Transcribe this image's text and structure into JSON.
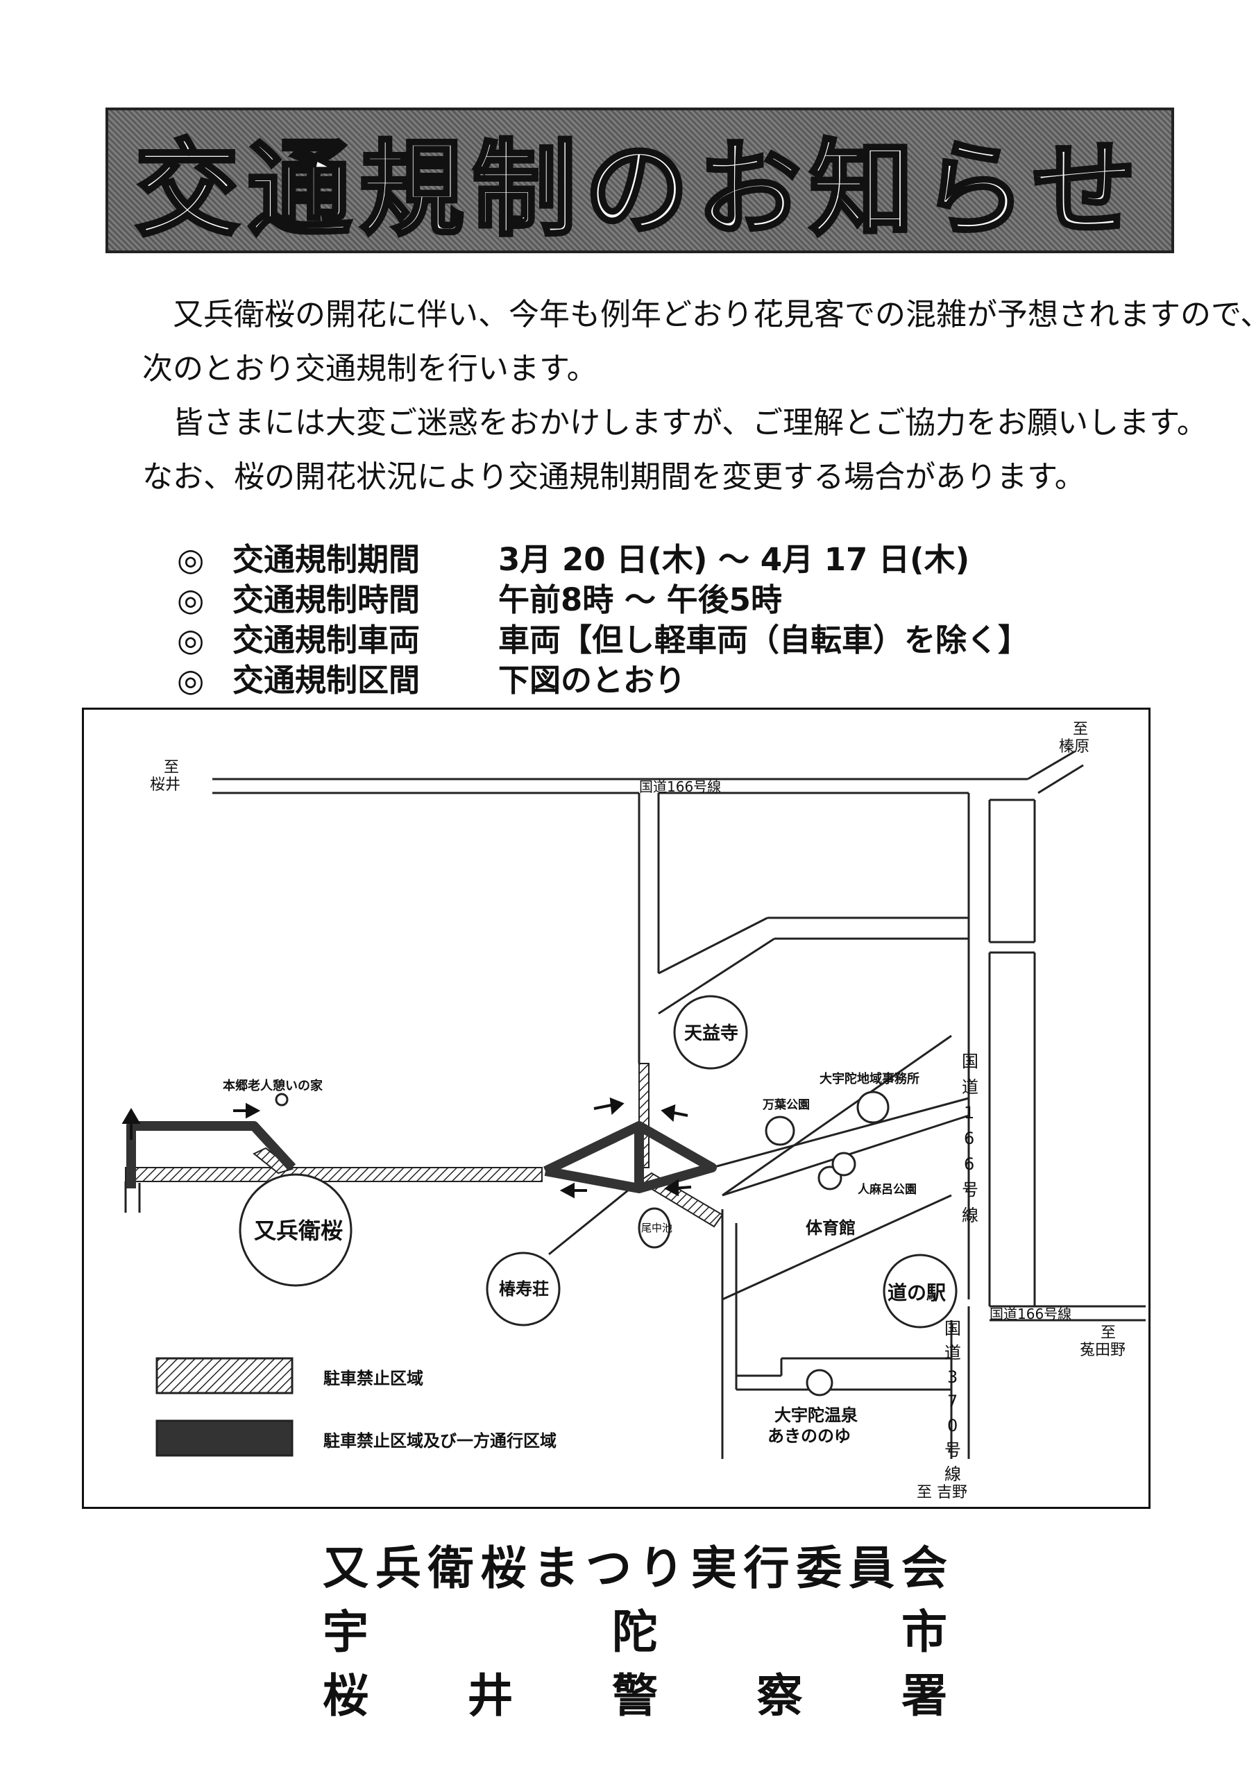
{
  "title": "交通規制のお知らせ",
  "intro": {
    "line1": "又兵衛桜の開花に伴い、今年も例年どおり花見客での混雑が予想されますので、",
    "line2": "次のとおり交通規制を行います。",
    "line3": "皆さまには大変ご迷惑をおかけしますが、ご理解とご協力をお願いします。",
    "line4": "なお、桜の開花状況により交通規制期間を変更する場合があります。"
  },
  "info": [
    {
      "bullet": "◎",
      "label": "交通規制期間",
      "value": "3月 20 日(木) ～ 4月 17 日(木)"
    },
    {
      "bullet": "◎",
      "label": "交通規制時間",
      "value": "午前8時 ～ 午後5時"
    },
    {
      "bullet": "◎",
      "label": "交通規制車両",
      "value": "車両【但し軽車両（自転車）を除く】"
    },
    {
      "bullet": "◎",
      "label": "交通規制区間",
      "value": "下図のとおり"
    }
  ],
  "map": {
    "to_haibara_1": "至",
    "to_haibara_2": "榛原",
    "to_sakurai_1": "至",
    "to_sakurai_2": "桜井",
    "route166_top": "国道166号線",
    "route166_vertical": [
      "国",
      "道",
      "1",
      "6",
      "6",
      "号",
      "線"
    ],
    "route166_bottom": "国道166号線",
    "to_uda_1": "至",
    "to_uda_2": "菟田野",
    "route370_vertical": [
      "国",
      "道",
      "3",
      "7",
      "0",
      "号",
      "線"
    ],
    "to_yoshino": "至 吉野",
    "tenyakuji": "天益寺",
    "office": "大宇陀地域事務所",
    "manyo_park": "万葉公園",
    "hitomaro_park": "人麻呂公園",
    "gym": "体育館",
    "michi_no_eki": "道の駅",
    "bichu_pond": "尾中池",
    "chinjuso": "椿寿荘",
    "matabee": "又兵衛桜",
    "rest_house": "本郷老人憩いの家",
    "onsen_1": "大宇陀温泉",
    "onsen_2": "あきののゆ",
    "legend_no_parking": "駐車禁止区域",
    "legend_one_way": "駐車禁止区域及び一方通行区域"
  },
  "footer": [
    [
      "又",
      "兵",
      "衛",
      "桜",
      "ま",
      "つ",
      "り",
      "実",
      "行",
      "委",
      "員",
      "会"
    ],
    [
      "宇",
      "陀",
      "市"
    ],
    [
      "桜",
      "井",
      "警",
      "察",
      "署"
    ]
  ]
}
